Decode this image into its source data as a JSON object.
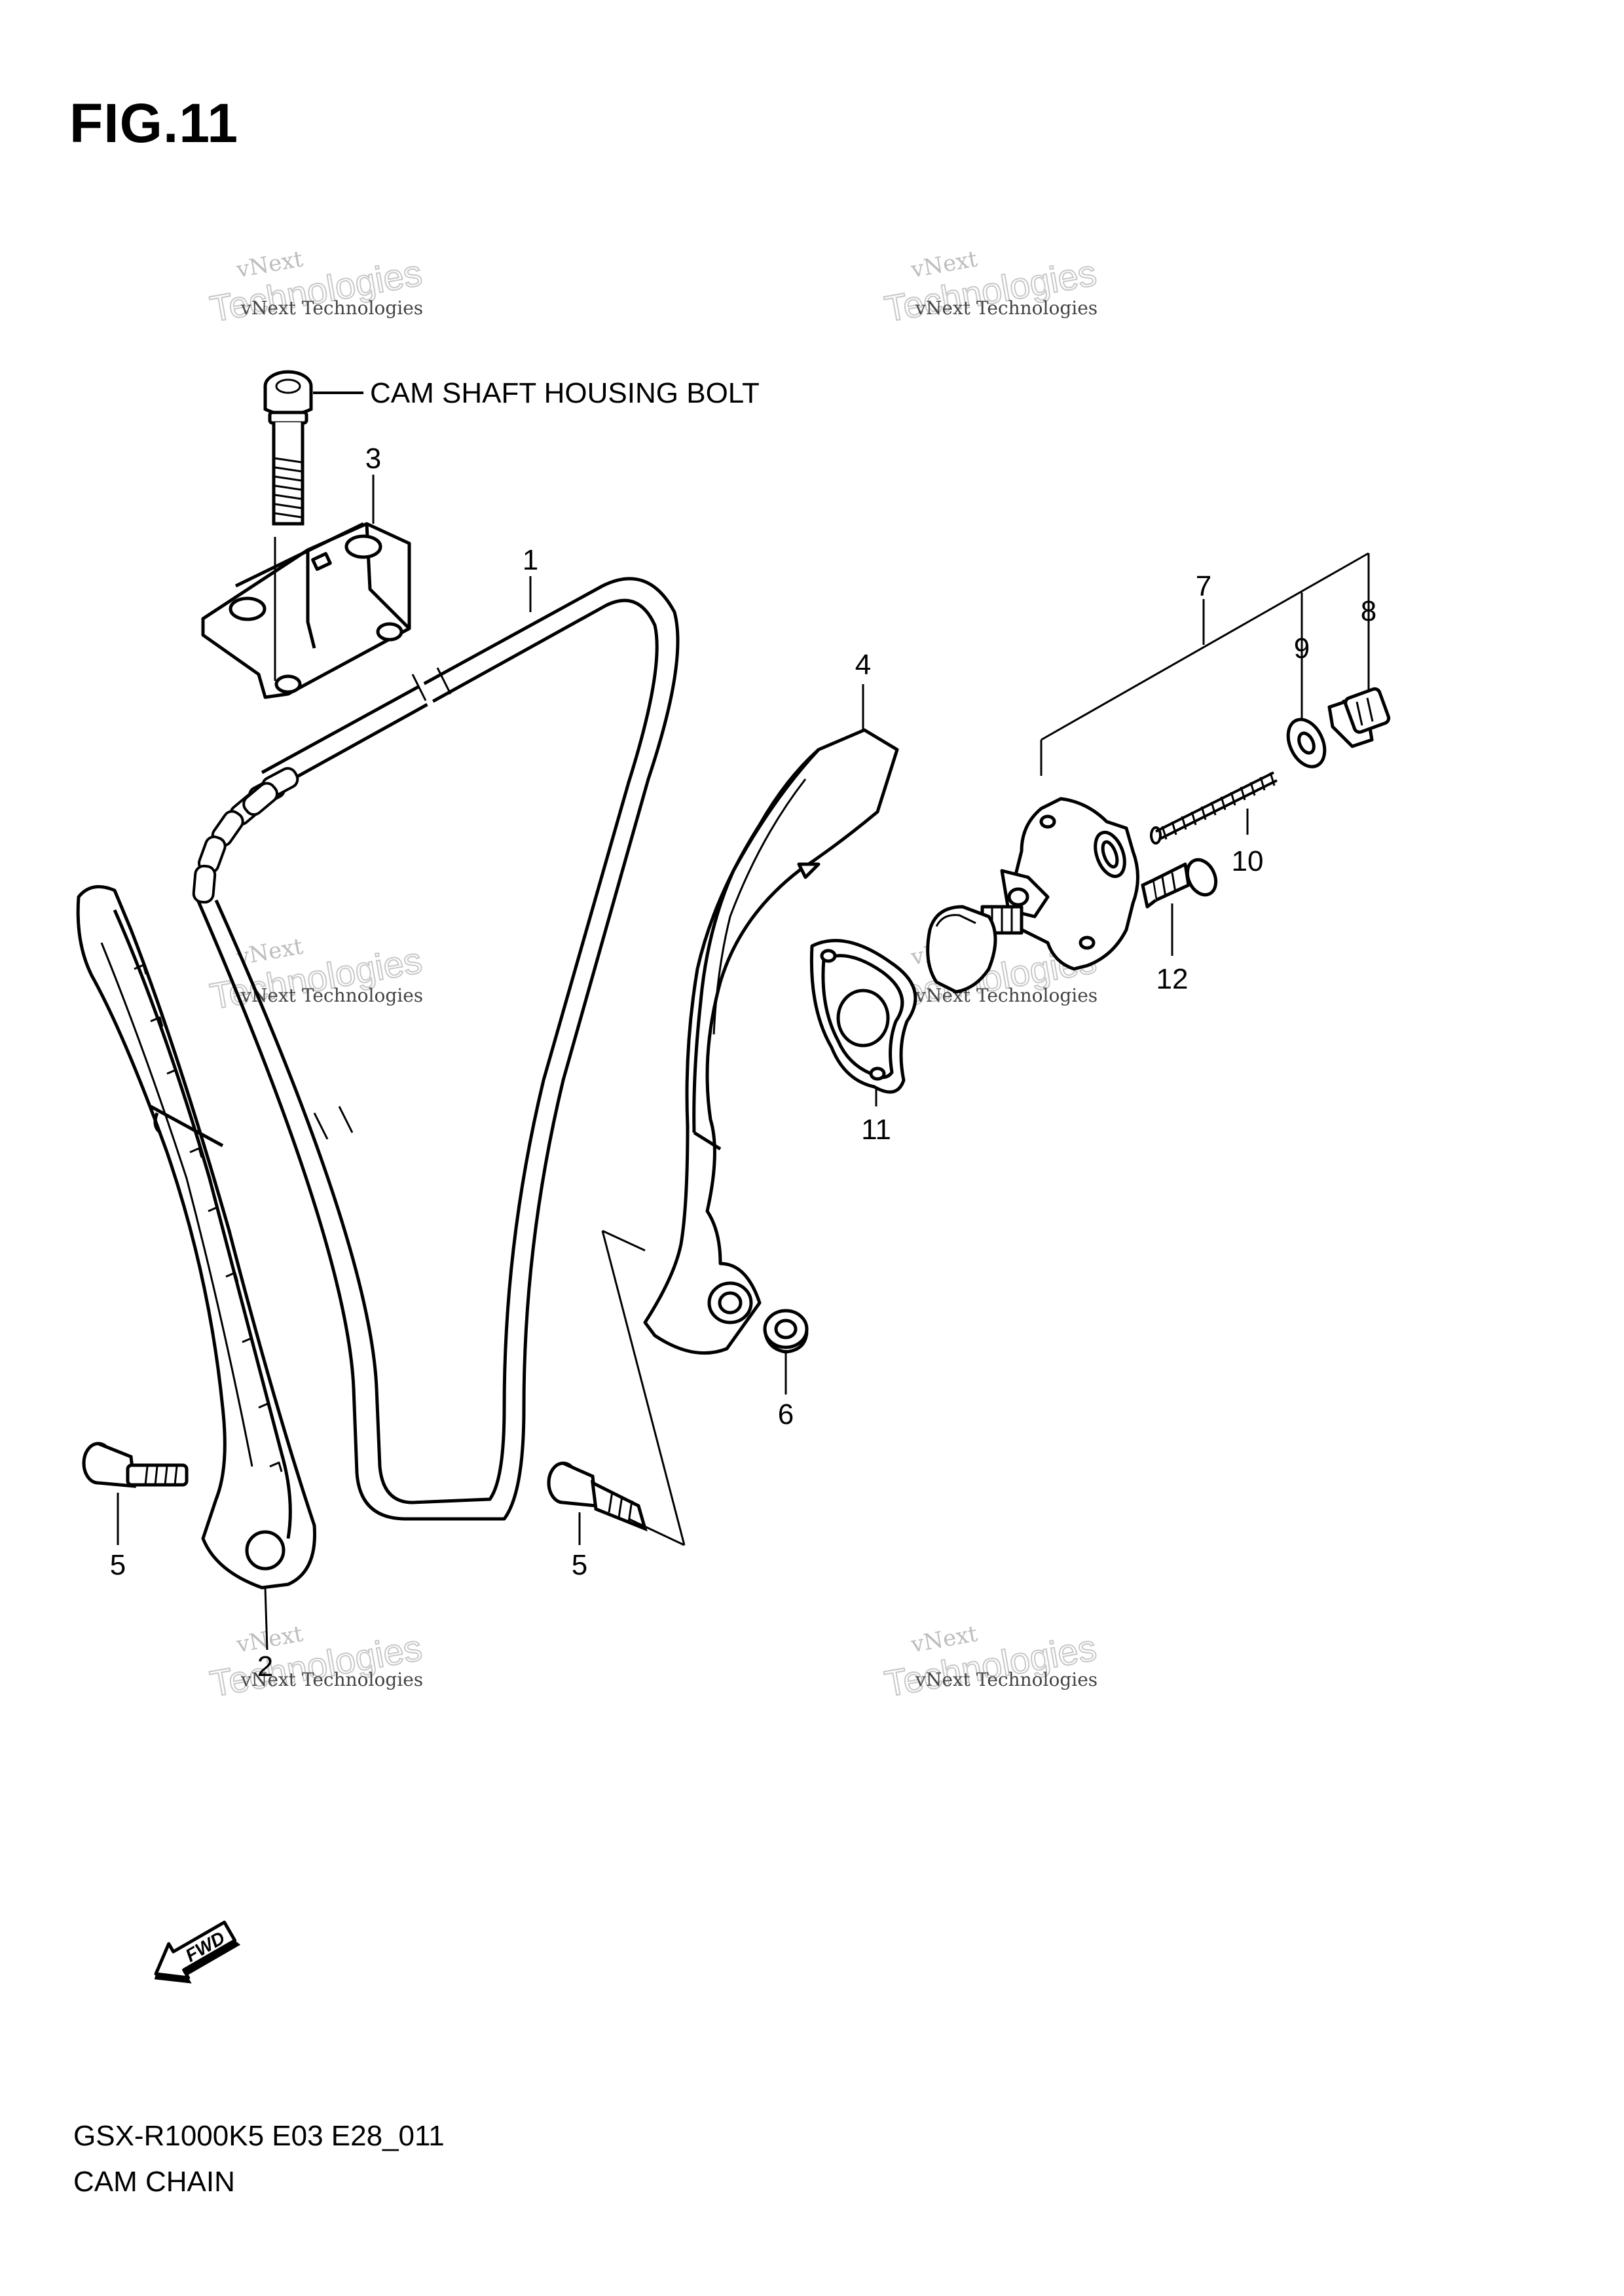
{
  "figure": {
    "title": "FIG.11"
  },
  "callouts": [
    {
      "id": "1",
      "label": "1"
    },
    {
      "id": "2",
      "label": "2"
    },
    {
      "id": "3",
      "label": "3"
    },
    {
      "id": "4",
      "label": "4"
    },
    {
      "id": "5a",
      "label": "5"
    },
    {
      "id": "5b",
      "label": "5"
    },
    {
      "id": "6",
      "label": "6"
    },
    {
      "id": "7",
      "label": "7"
    },
    {
      "id": "8",
      "label": "8"
    },
    {
      "id": "9",
      "label": "9"
    },
    {
      "id": "10",
      "label": "10"
    },
    {
      "id": "11",
      "label": "11"
    },
    {
      "id": "12",
      "label": "12"
    }
  ],
  "annotation": {
    "cam_shaft_bolt": "CAM SHAFT HOUSING BOLT"
  },
  "fwd_arrow": {
    "label": "FWD"
  },
  "watermark": {
    "line_small": "vNext Technologies",
    "line_top": "vNext",
    "line_big": "Technologies"
  },
  "footer": {
    "model_code": "GSX-R1000K5 E03 E28_011",
    "section_name": "CAM CHAIN"
  }
}
